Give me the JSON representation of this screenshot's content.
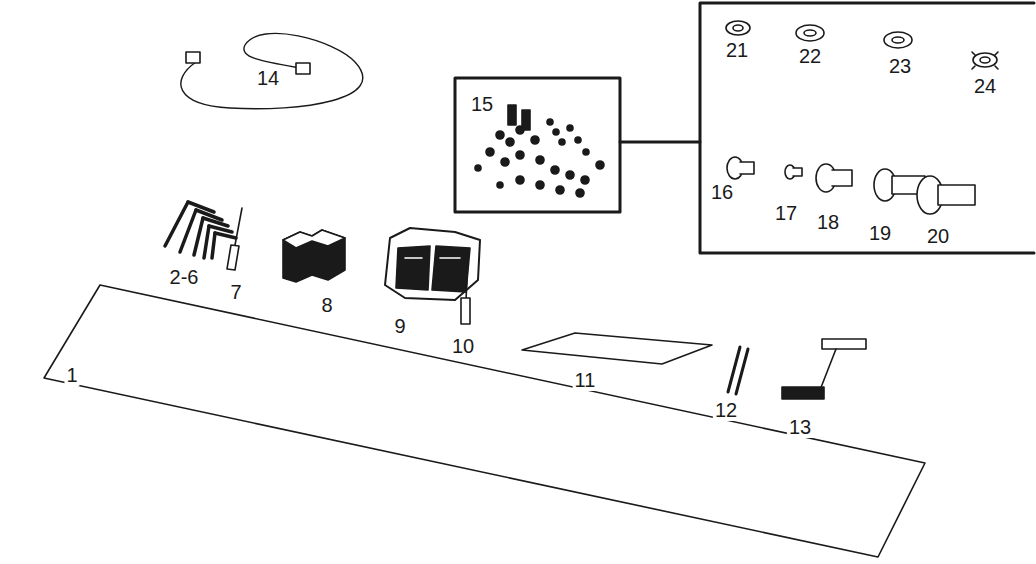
{
  "diagram": {
    "labels": [
      "14",
      "15",
      "21",
      "22",
      "23",
      "24",
      "16",
      "17",
      "18",
      "19",
      "20",
      "2-6",
      "7",
      "8",
      "9",
      "10",
      "11",
      "1",
      "12",
      "13"
    ]
  }
}
